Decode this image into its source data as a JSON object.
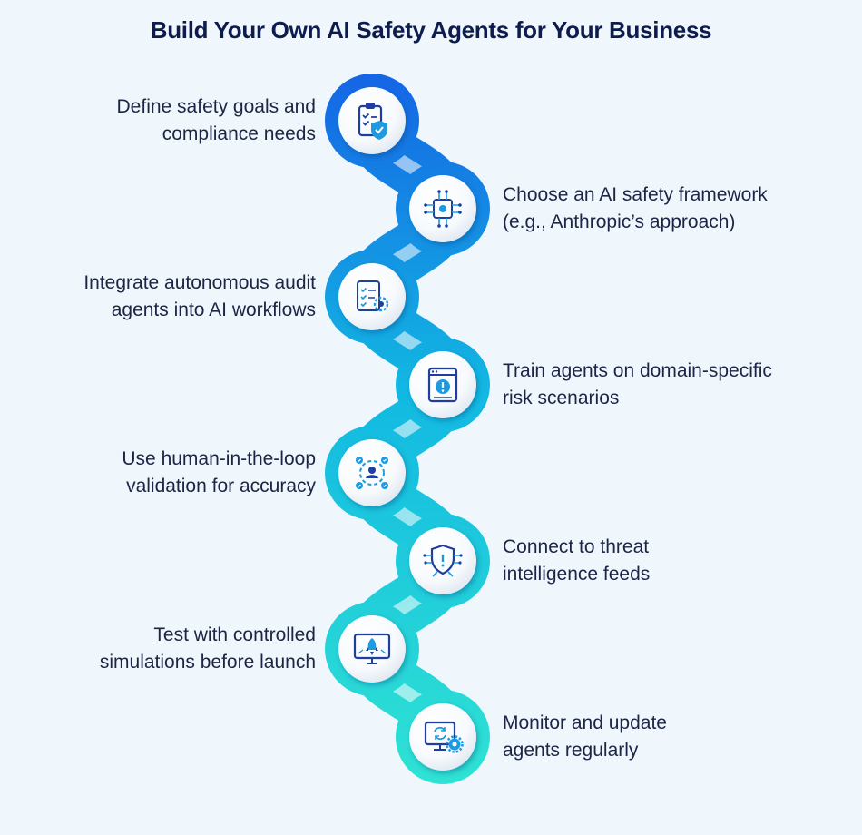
{
  "title": "Build Your Own AI Safety Agents for Your Business",
  "steps": [
    {
      "line1": "Define safety goals and",
      "line2": "compliance needs",
      "icon": "clipboard-shield-icon",
      "side": "left"
    },
    {
      "line1": "Choose an AI safety framework",
      "line2": "(e.g., Anthropic’s approach)",
      "icon": "circuit-gear-icon",
      "side": "right"
    },
    {
      "line1": "Integrate autonomous audit",
      "line2": "agents into AI workflows",
      "icon": "checklist-gear-icon",
      "side": "left"
    },
    {
      "line1": "Train agents on domain-specific",
      "line2": "risk scenarios",
      "icon": "warning-window-icon",
      "side": "right"
    },
    {
      "line1": "Use human-in-the-loop",
      "line2": "validation for accuracy",
      "icon": "user-cycle-icon",
      "side": "left"
    },
    {
      "line1": "Connect to threat",
      "line2": "intelligence feeds",
      "icon": "circuit-shield-icon",
      "side": "right"
    },
    {
      "line1": "Test with controlled",
      "line2": "simulations before launch",
      "icon": "rocket-monitor-icon",
      "side": "left"
    },
    {
      "line1": "Monitor and update",
      "line2": "agents regularly",
      "icon": "monitor-gear-icon",
      "side": "right"
    }
  ],
  "colors": {
    "title": "#0e1b4d",
    "text": "#1c2546",
    "gradient_top": "#1565e5",
    "gradient_mid": "#12b9e2",
    "gradient_bottom": "#2fe3d3",
    "icon_dark": "#1f3f9e",
    "icon_light": "#1e9be0",
    "background": "#eff7fd"
  }
}
